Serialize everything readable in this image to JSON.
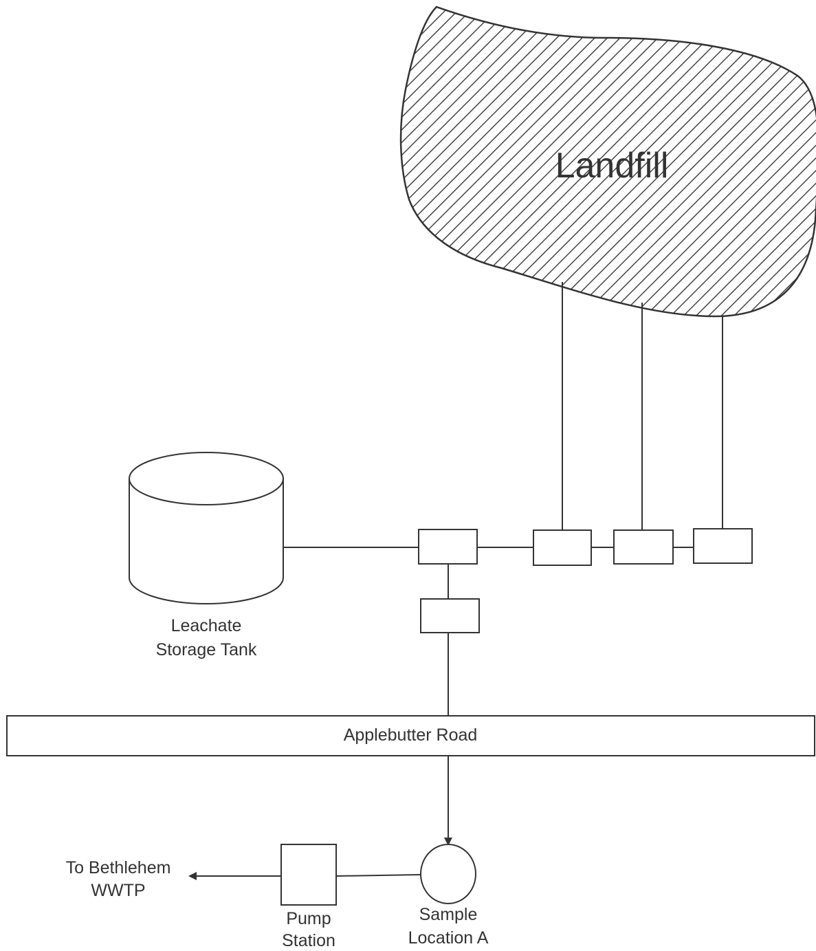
{
  "landfill": {
    "label": "Landfill"
  },
  "storage_tank": {
    "line1": "Leachate",
    "line2": "Storage Tank"
  },
  "road": {
    "label": "Applebutter Road"
  },
  "destination": {
    "line1": "To Bethlehem",
    "line2": "WWTP"
  },
  "pump_station": {
    "line1": "Pump",
    "line2": "Station"
  },
  "sample_location": {
    "line1": "Sample",
    "line2": "Location A"
  },
  "colors": {
    "stroke": "#333333",
    "hatch": "#444444",
    "background": "#ffffff"
  }
}
